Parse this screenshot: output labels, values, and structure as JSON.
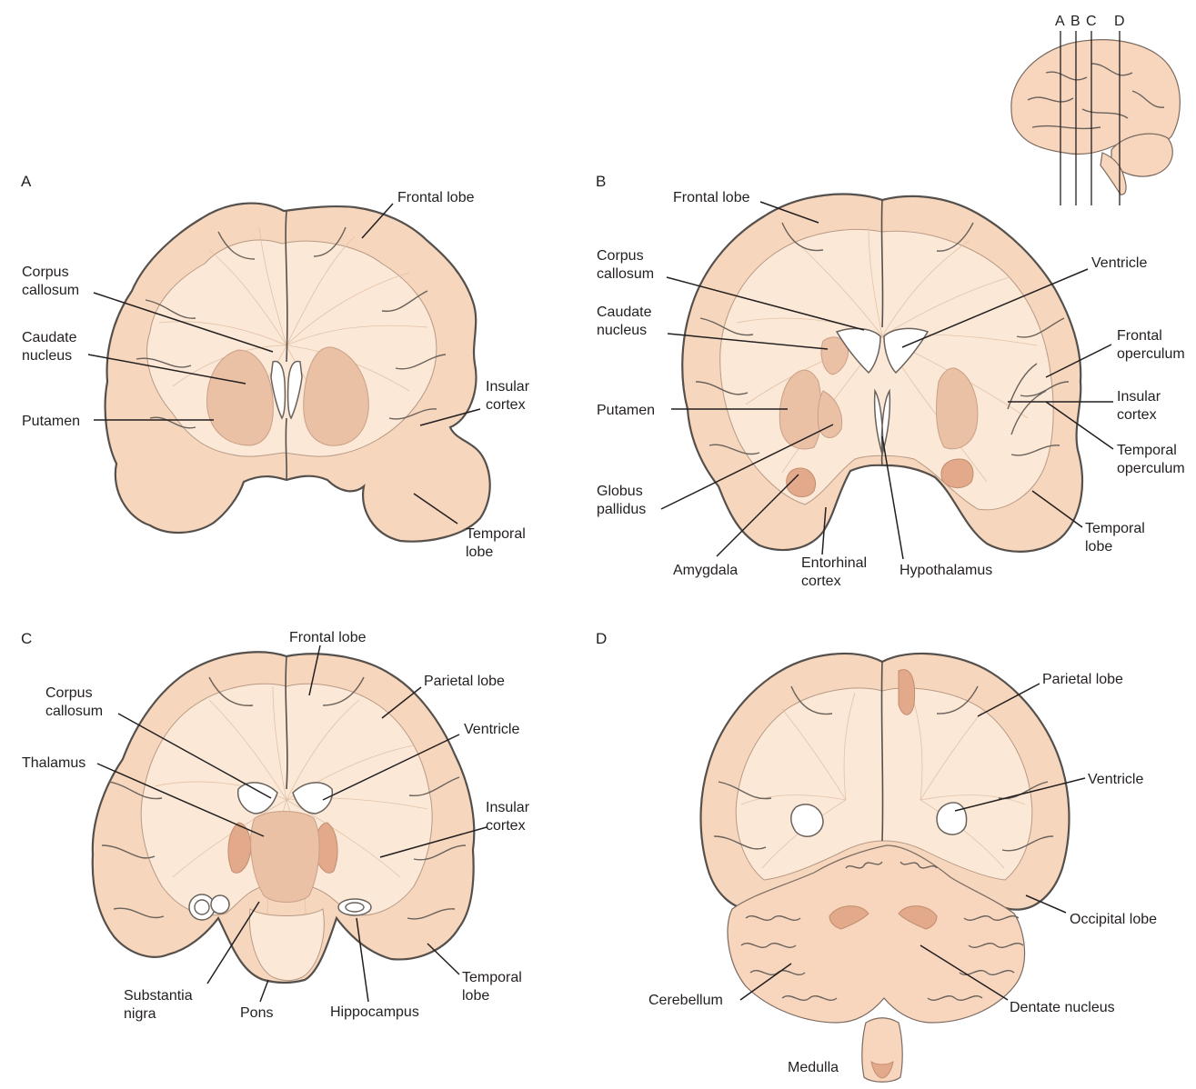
{
  "panels": {
    "A": {
      "letter": "A",
      "labels": [
        "Frontal lobe",
        "Corpus",
        "callosum",
        "Caudate",
        "nucleus",
        "Putamen",
        "Insular",
        "cortex",
        "Temporal",
        "lobe"
      ]
    },
    "B": {
      "letter": "B",
      "labels": [
        "Frontal lobe",
        "Corpus",
        "callosum",
        "Ventricle",
        "Caudate",
        "nucleus",
        "Frontal",
        "operculum",
        "Putamen",
        "Insular",
        "cortex",
        "Temporal",
        "operculum",
        "Globus",
        "pallidus",
        "Temporal",
        "lobe",
        "Amygdala",
        "Entorhinal",
        "cortex",
        "Hypothalamus"
      ]
    },
    "C": {
      "letter": "C",
      "labels": [
        "Frontal lobe",
        "Parietal lobe",
        "Corpus",
        "callosum",
        "Ventricle",
        "Thalamus",
        "Insular",
        "cortex",
        "Temporal",
        "lobe",
        "Substantia",
        "nigra",
        "Pons",
        "Hippocampus"
      ]
    },
    "D": {
      "letter": "D",
      "labels": [
        "Parietal lobe",
        "Ventricle",
        "Occipital lobe",
        "Cerebellum",
        "Dentate nucleus",
        "Medulla"
      ]
    }
  },
  "inset": {
    "cut_labels": [
      "A",
      "B",
      "C",
      "D"
    ]
  }
}
